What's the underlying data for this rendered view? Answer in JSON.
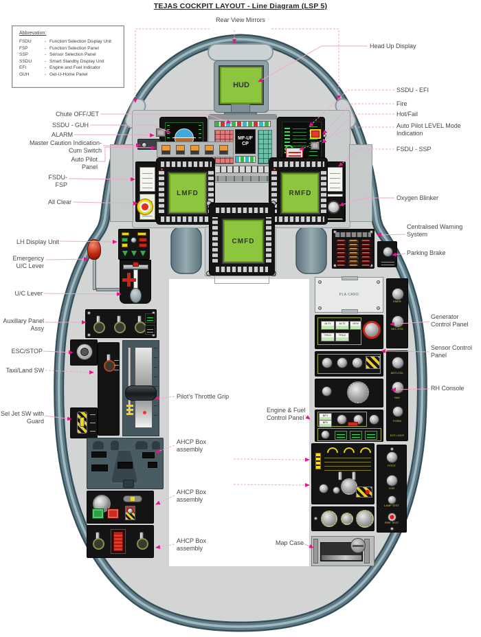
{
  "title": "TEJAS COCKPIT LAYOUT - Line Diagram  (LSP 5)",
  "abbreviations": {
    "heading": "Abbrevation:",
    "sep": "-",
    "items": [
      {
        "abbr": "FSDU",
        "full": "Function Selection Display Unit"
      },
      {
        "abbr": "FSP",
        "full": "Function Selection Panel"
      },
      {
        "abbr": "SSP",
        "full": "Sensor Selection Panel"
      },
      {
        "abbr": "SSDU",
        "full": "Smart Standby Display Unit"
      },
      {
        "abbr": "EFI",
        "full": "Engine and Fuel Indicator"
      },
      {
        "abbr": "GUH",
        "full": "Get-U-Home Panel"
      }
    ]
  },
  "labels": {
    "rear_view_mirrors": "Rear View Mirrors",
    "head_up_display": "Head Up Display",
    "ssdu_efi": "SSDU - EFI",
    "fire": "Fire",
    "hot_fail": "Hot/Fail",
    "ap_level": "Auto Pilot LEVEL Mode Indication",
    "fsdu_ssp": "FSDU - SSP",
    "oxygen_blinker": "Oxygen Blinker",
    "cws": "Centralised Warning System",
    "parking_brake": "Parking Brake",
    "generator": "Generator Control Panel",
    "sensor": "Sensor Control Panel",
    "rh_console": "RH Console",
    "engine_fuel": "Engine & Fuel Control Panel",
    "map_case": "Map Case",
    "chute": "Chute OFF/JET",
    "ssdu_guh": "SSDU - GUH",
    "alarm": "ALARM",
    "master_caution": "Master Caution Indication-Cum Switch",
    "autopilot_panel": "Auto Pilot Panel",
    "fsdu_fsp": "FSDU- FSP",
    "all_clear": "All Clear",
    "lh_display": "LH Display Unit",
    "emergency_uc": "Emergency U/C Lever",
    "uc_lever": "U/C Lever",
    "aux_panel": "Auxillary Panel Assy",
    "esc_stop": "ESC/STOP",
    "taxi_land": "Taxi/Land SW",
    "sel_jet": "Sel Jet SW with Guard",
    "throttle": "Pilot's Throttle Grip",
    "ahcp": "AHCP Box assembly"
  },
  "displays": {
    "hud": "HUD",
    "ufcp": "MF-UFCP",
    "lmfd": "LMFD",
    "cmfd": "CMFD",
    "rmfd": "RMFD"
  },
  "panels": {
    "pla_card": "PLA CARD",
    "generator": {
      "alt1": "ALT1",
      "alt2": "ALT2",
      "gen": "GEN",
      "tru1": "TRU1",
      "tru2": "TRU2"
    },
    "engine_fuel": {
      "bp1": "BP1",
      "bp2": "BP2"
    },
    "hyd_strip": {
      "emer": "EMER",
      "sec_hyd": "SEC HYD"
    },
    "light_strip": {
      "anti_col": "ANTI-COL",
      "nav": "NAV",
      "form": "FORM",
      "ext_light": "EXT LIGHT"
    },
    "test_strip": {
      "pitot": "PITOT",
      "vor": "VOR",
      "lamp_test": "LAMP TEST",
      "fire_test": "FIRE TEST"
    }
  },
  "colors": {
    "leader_line": "#f2a5c5",
    "arrow": "#e8128e",
    "screen_green": "#8cc63e",
    "shell": "#5f7d88",
    "interior": "#d3d5d5",
    "panel_black": "#141414"
  }
}
